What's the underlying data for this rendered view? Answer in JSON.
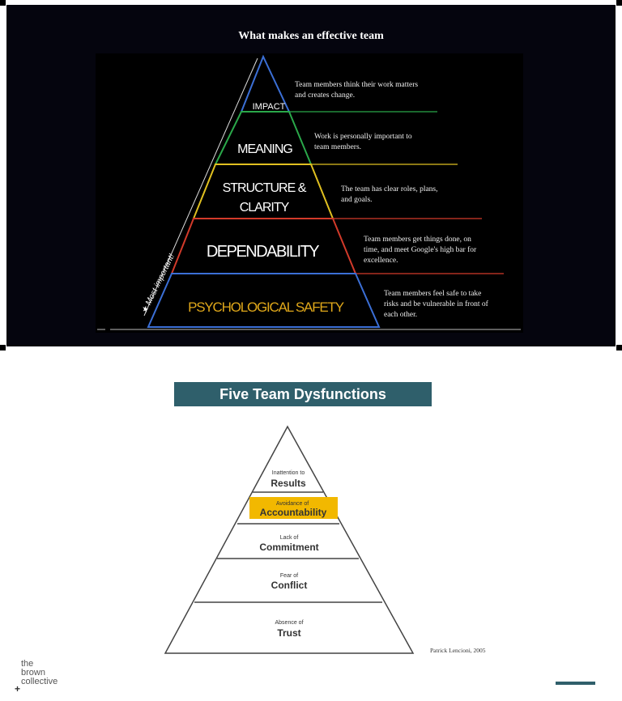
{
  "top": {
    "title": "What makes an effective team",
    "side_label": "★ Most important!",
    "levels": [
      {
        "label": "IMPACT",
        "desc": [
          "Team members think their work matters",
          "and creates change."
        ]
      },
      {
        "label": "MEANING",
        "desc": [
          "Work is personally important to",
          "team members."
        ]
      },
      {
        "label": "STRUCTURE &",
        "label2": "CLARITY",
        "desc": [
          "The team has clear roles, plans,",
          "and goals."
        ]
      },
      {
        "label": "DEPENDABILITY",
        "desc": [
          "Team members get things done, on",
          "time, and meet Google's high bar for",
          "excellence."
        ]
      },
      {
        "label": "PSYCHOLOGICAL SAFETY",
        "desc": [
          "Team members feel safe to take",
          "risks and be vulnerable in front of",
          "each other."
        ]
      }
    ],
    "colors": {
      "impact": "#3b6fd6",
      "meaning": "#2aa84a",
      "structure": "#e0c020",
      "dependability": "#d23a2a",
      "safety": "#3b6fd6",
      "safety_text": "#e0a81a"
    }
  },
  "bottom": {
    "banner": "Five Team Dysfunctions",
    "levels": [
      {
        "small": "Inattention to",
        "big": "Results"
      },
      {
        "small": "Avoidance of",
        "big": "Accountability"
      },
      {
        "small": "Lack of",
        "big": "Commitment"
      },
      {
        "small": "Fear of",
        "big": "Conflict"
      },
      {
        "small": "Absence of",
        "big": "Trust"
      }
    ],
    "highlight_color": "#f2b800",
    "credit": "Patrick Lencioni, 2005"
  },
  "logo": {
    "line1": "the",
    "line2": "brown",
    "line3": "collective",
    "mark": "+"
  }
}
